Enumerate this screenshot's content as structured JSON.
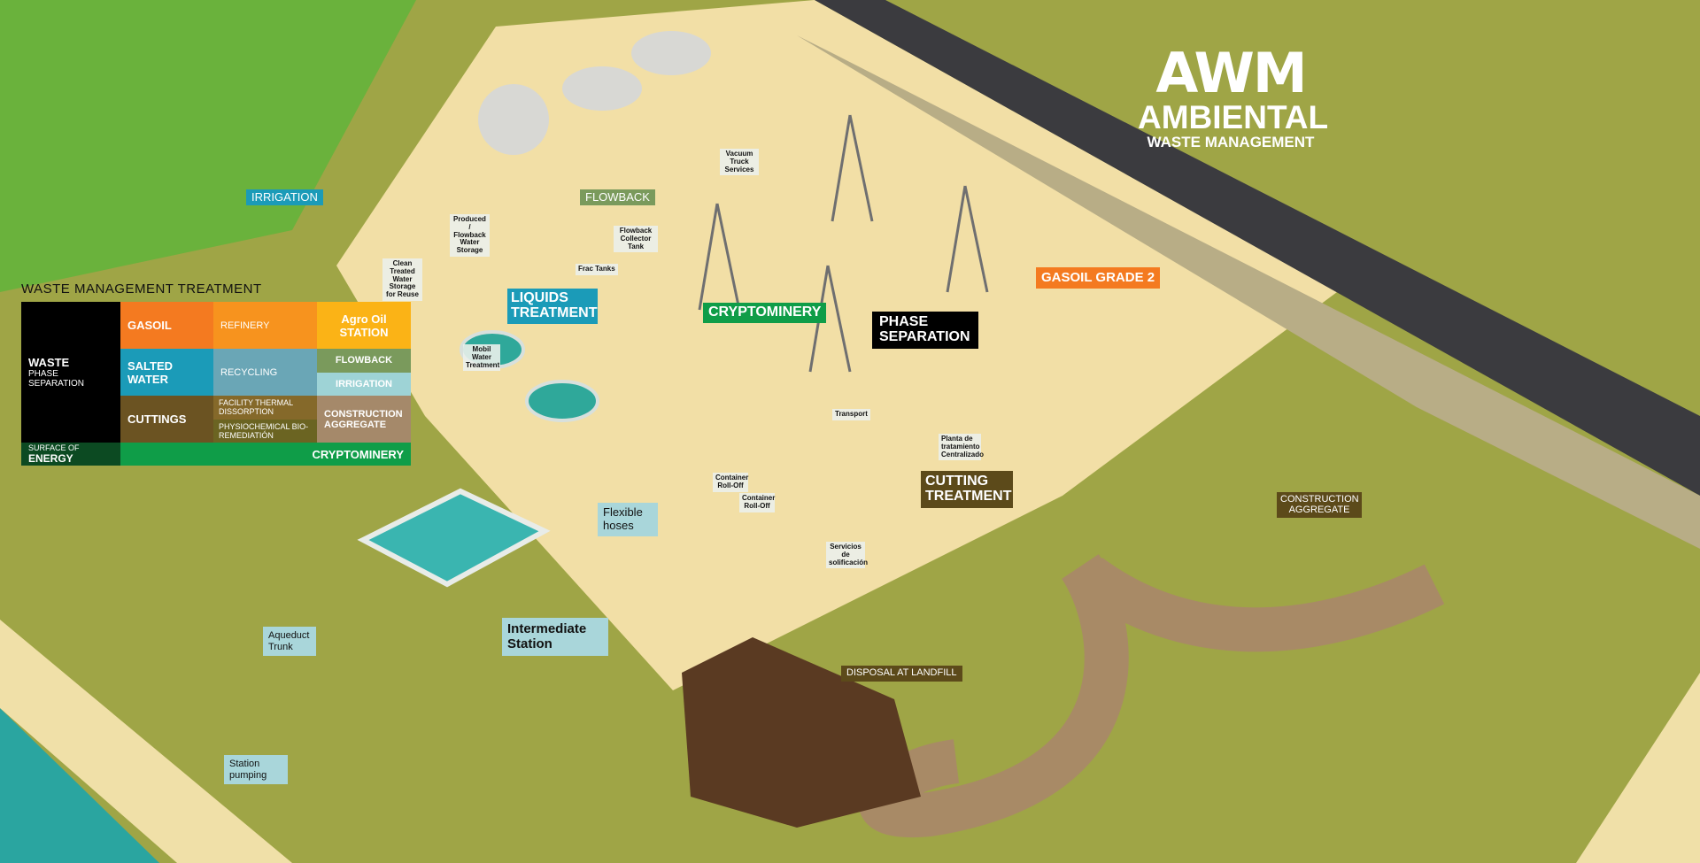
{
  "logo": {
    "mark": "AWM",
    "name": "AMBIENTAL",
    "tagline": "WASTE MANAGEMENT"
  },
  "colors": {
    "background": "#9fa546",
    "pad": "#f2dfa6",
    "road": "#3b3b3f",
    "sea": "#2aa5a0",
    "gasoil": "#f47a20",
    "salted_water": "#1b9bb8",
    "cuttings": "#6b5322",
    "cryptominery": "#0f9d48",
    "flowback": "#7a9a5c"
  },
  "table": {
    "title": "WASTE MANAGEMENT TREATMENT",
    "waste": {
      "title": "WASTE",
      "sub": "PHASE SEPARATION"
    },
    "rows": [
      {
        "source": "GASOIL",
        "process": "REFINERY",
        "outputs": [
          "Agro Oil STATION"
        ]
      },
      {
        "source": "SALTED WATER",
        "process": "RECYCLING",
        "outputs": [
          "FLOWBACK",
          "IRRIGATION"
        ]
      },
      {
        "source": "CUTTINGS",
        "processes": [
          "FACILITY THERMAL DISSORPTION",
          "PHYSIOCHEMICAL BIO-REMEDIATIÓN"
        ],
        "outputs": [
          "CONSTRUCTION AGGREGATE"
        ]
      }
    ],
    "energy": {
      "source_small": "SURFACE OF",
      "source": "ENERGY",
      "output": "CRYPTOMINERY"
    }
  },
  "labels": {
    "irrigation": "IRRIGATION",
    "flowback": "FLOWBACK",
    "liquids_treatment": "LIQUIDS TREATMENT",
    "cryptominery": "CRYPTOMINERY",
    "phase_separation": "PHASE SEPARATION",
    "gasoil_grade2": "GASOIL GRADE 2",
    "cutting_treatment": "CUTTING TREATMENT",
    "construction_aggregate": "CONSTRUCTION AGGREGATE",
    "disposal_landfill": "DISPOSAL AT LANDFILL",
    "flexible_hoses": "Flexible hoses",
    "aqueduct_trunk": "Aqueduct Trunk",
    "intermediate_station": "Intermediate Station",
    "station_pumping": "Station pumping"
  },
  "small_labels": {
    "clean_water": "Clean Treated Water Storage for Reuse",
    "produced_water": "Produced / Flowback Water Storage",
    "collector_tank": "Flowback Collector Tank",
    "frac_tanks": "Frac Tanks",
    "mobil_water": "Mobil Water Treatment",
    "vacuum_truck": "Vacuum Truck Services",
    "transport": "Transport",
    "planta": "Planta de tratamiento Centralizado",
    "container1": "Container Roll-Off",
    "container2": "Container Roll-Off",
    "servicios": "Servicios de solificación"
  }
}
